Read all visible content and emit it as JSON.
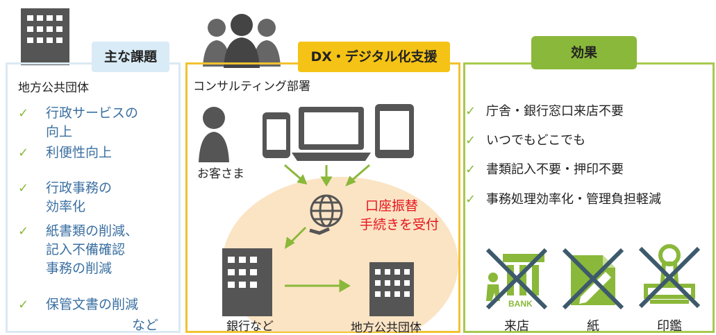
{
  "left": {
    "header": "主な課題",
    "org_label": "地方公共団体",
    "issues": [
      {
        "lines": [
          "行政サービスの",
          "向上"
        ]
      },
      {
        "lines": [
          "利便性向上"
        ]
      },
      {
        "lines": [
          "行政事務の",
          "効率化"
        ]
      },
      {
        "lines": [
          "紙書類の削減、",
          "記入不備確認",
          "事務の削減"
        ]
      },
      {
        "lines": [
          "保管文書の削減"
        ]
      }
    ],
    "footer": "など"
  },
  "middle": {
    "header": "DX・デジタル化支援",
    "consulting_label": "コンサルティング部署",
    "customer_label": "お客さま",
    "red_lines": [
      "口座振替",
      "手続きを受付"
    ],
    "bank_label": "銀行など",
    "gov_label": "地方公共団体"
  },
  "right": {
    "header": "効果",
    "effects": [
      "庁舎・銀行窓口来店不要",
      "いつでもどこでも",
      "書類記入不要・押印不要",
      "事務処理効率化・管理負担軽減"
    ],
    "icons": [
      {
        "name": "bank-visit-icon",
        "label": "来店",
        "sublabel": "BANK"
      },
      {
        "name": "paper-icon",
        "label": "紙"
      },
      {
        "name": "seal-stamp-icon",
        "label": "印鑑"
      }
    ]
  },
  "colors": {
    "green": "#8ab83a",
    "yellow": "#f5c315",
    "lightblue": "#d9ebf6",
    "red": "#e6141d",
    "gray": "#555555",
    "blue_text": "#3a6fa0"
  }
}
